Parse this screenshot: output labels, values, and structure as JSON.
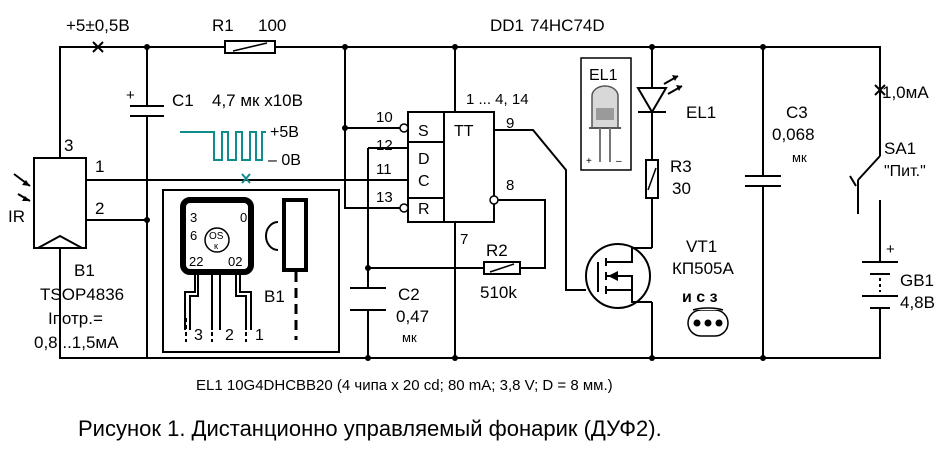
{
  "supply": {
    "voltage": "+5±0,5В",
    "current": "1,0мА"
  },
  "r1": {
    "ref": "R1",
    "value": "100"
  },
  "dd1": {
    "ref": "DD1",
    "part": "74HC74D",
    "power_pins": "1 ... 4, 14",
    "pin7": "7",
    "pin8": "8",
    "pin9": "9",
    "pin10": "10",
    "pin11": "11",
    "pin12": "12",
    "pin13": "13",
    "label_s": "S",
    "label_tt": "TT",
    "label_d": "D",
    "label_c": "C",
    "label_r": "R"
  },
  "c1": {
    "ref": "C1",
    "value": "4,7 мк х10В",
    "plus": "+"
  },
  "signal": {
    "high": "+5В",
    "low": "– 0В"
  },
  "ir": {
    "label": "IR",
    "pin3": "3",
    "pin1": "1",
    "pin2": "2"
  },
  "b1": {
    "ref": "B1",
    "part": "TSOP4836",
    "current_label": "Iпотр.=",
    "current_value": "0,8...1,5мА"
  },
  "inset_b1": {
    "pin3": "3",
    "pin0": "0",
    "pin6": "6",
    "logo_top": "OS",
    "logo_bottom": "к",
    "pin22": "22",
    "pin02": "02",
    "label": "B1",
    "leg3": "3",
    "leg2": "2",
    "leg1": "1"
  },
  "c2": {
    "ref": "C2",
    "value": "0,47",
    "unit": "мк"
  },
  "r2": {
    "ref": "R2",
    "value": "510k"
  },
  "el1_inset": {
    "ref": "EL1",
    "plus": "+",
    "minus": "–"
  },
  "el1": {
    "ref": "EL1"
  },
  "r3": {
    "ref": "R3",
    "value": "30"
  },
  "vt1": {
    "ref": "VT1",
    "part": "КП505А",
    "pins": "и с з"
  },
  "c3": {
    "ref": "С3",
    "value": "0,068",
    "unit": "мк"
  },
  "sa1": {
    "ref": "SA1",
    "function": "\"Пит.\""
  },
  "gb1": {
    "ref": "GB1",
    "voltage": "4,8В",
    "plus": "+"
  },
  "note": {
    "text": "EL1   10G4DHCBB20 (4 чипа х 20 cd;  80 mA;  3,8 V;  D = 8 мм.)"
  },
  "caption": {
    "text": "Рисунок 1.  Дистанционно управляемый фонарик (ДУФ2)."
  },
  "colors": {
    "wire": "#000000",
    "signal": "#0f8c8c",
    "background": "#ffffff"
  }
}
